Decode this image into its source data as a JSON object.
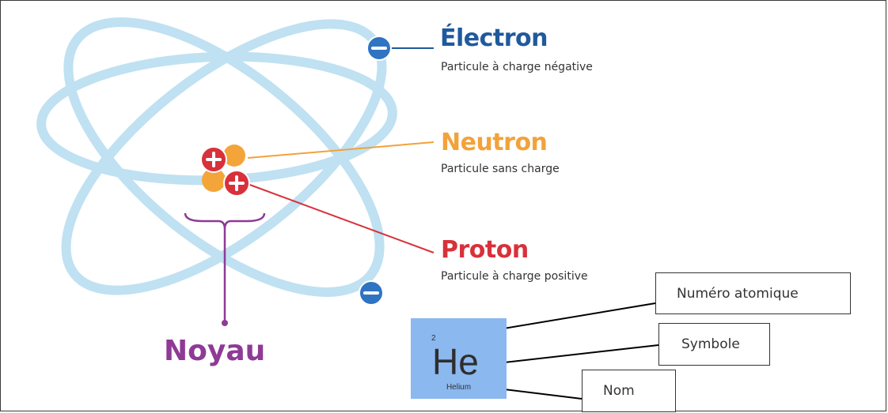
{
  "particles": {
    "electron": {
      "title": "Électron",
      "description": "Particule à charge négative"
    },
    "neutron": {
      "title": "Neutron",
      "description": "Particule sans charge"
    },
    "proton": {
      "title": "Proton",
      "description": "Particule à charge positive"
    }
  },
  "nucleus": {
    "label": "Noyau"
  },
  "element": {
    "atomic_number": "2",
    "symbol": "He",
    "name": "Helium"
  },
  "callouts": {
    "atomic_number": "Numéro atomique",
    "symbol": "Symbole",
    "name": "Nom"
  },
  "colors": {
    "orbit": "#b4dcf0",
    "electron": "#1f5a9c",
    "neutron": "#f2a23a",
    "proton": "#d8313a",
    "nucleus": "#8e3a96",
    "element_tile": "#8bb8ee"
  },
  "icons": {
    "electron_charge": "minus-icon",
    "proton_charge": "plus-icon"
  }
}
